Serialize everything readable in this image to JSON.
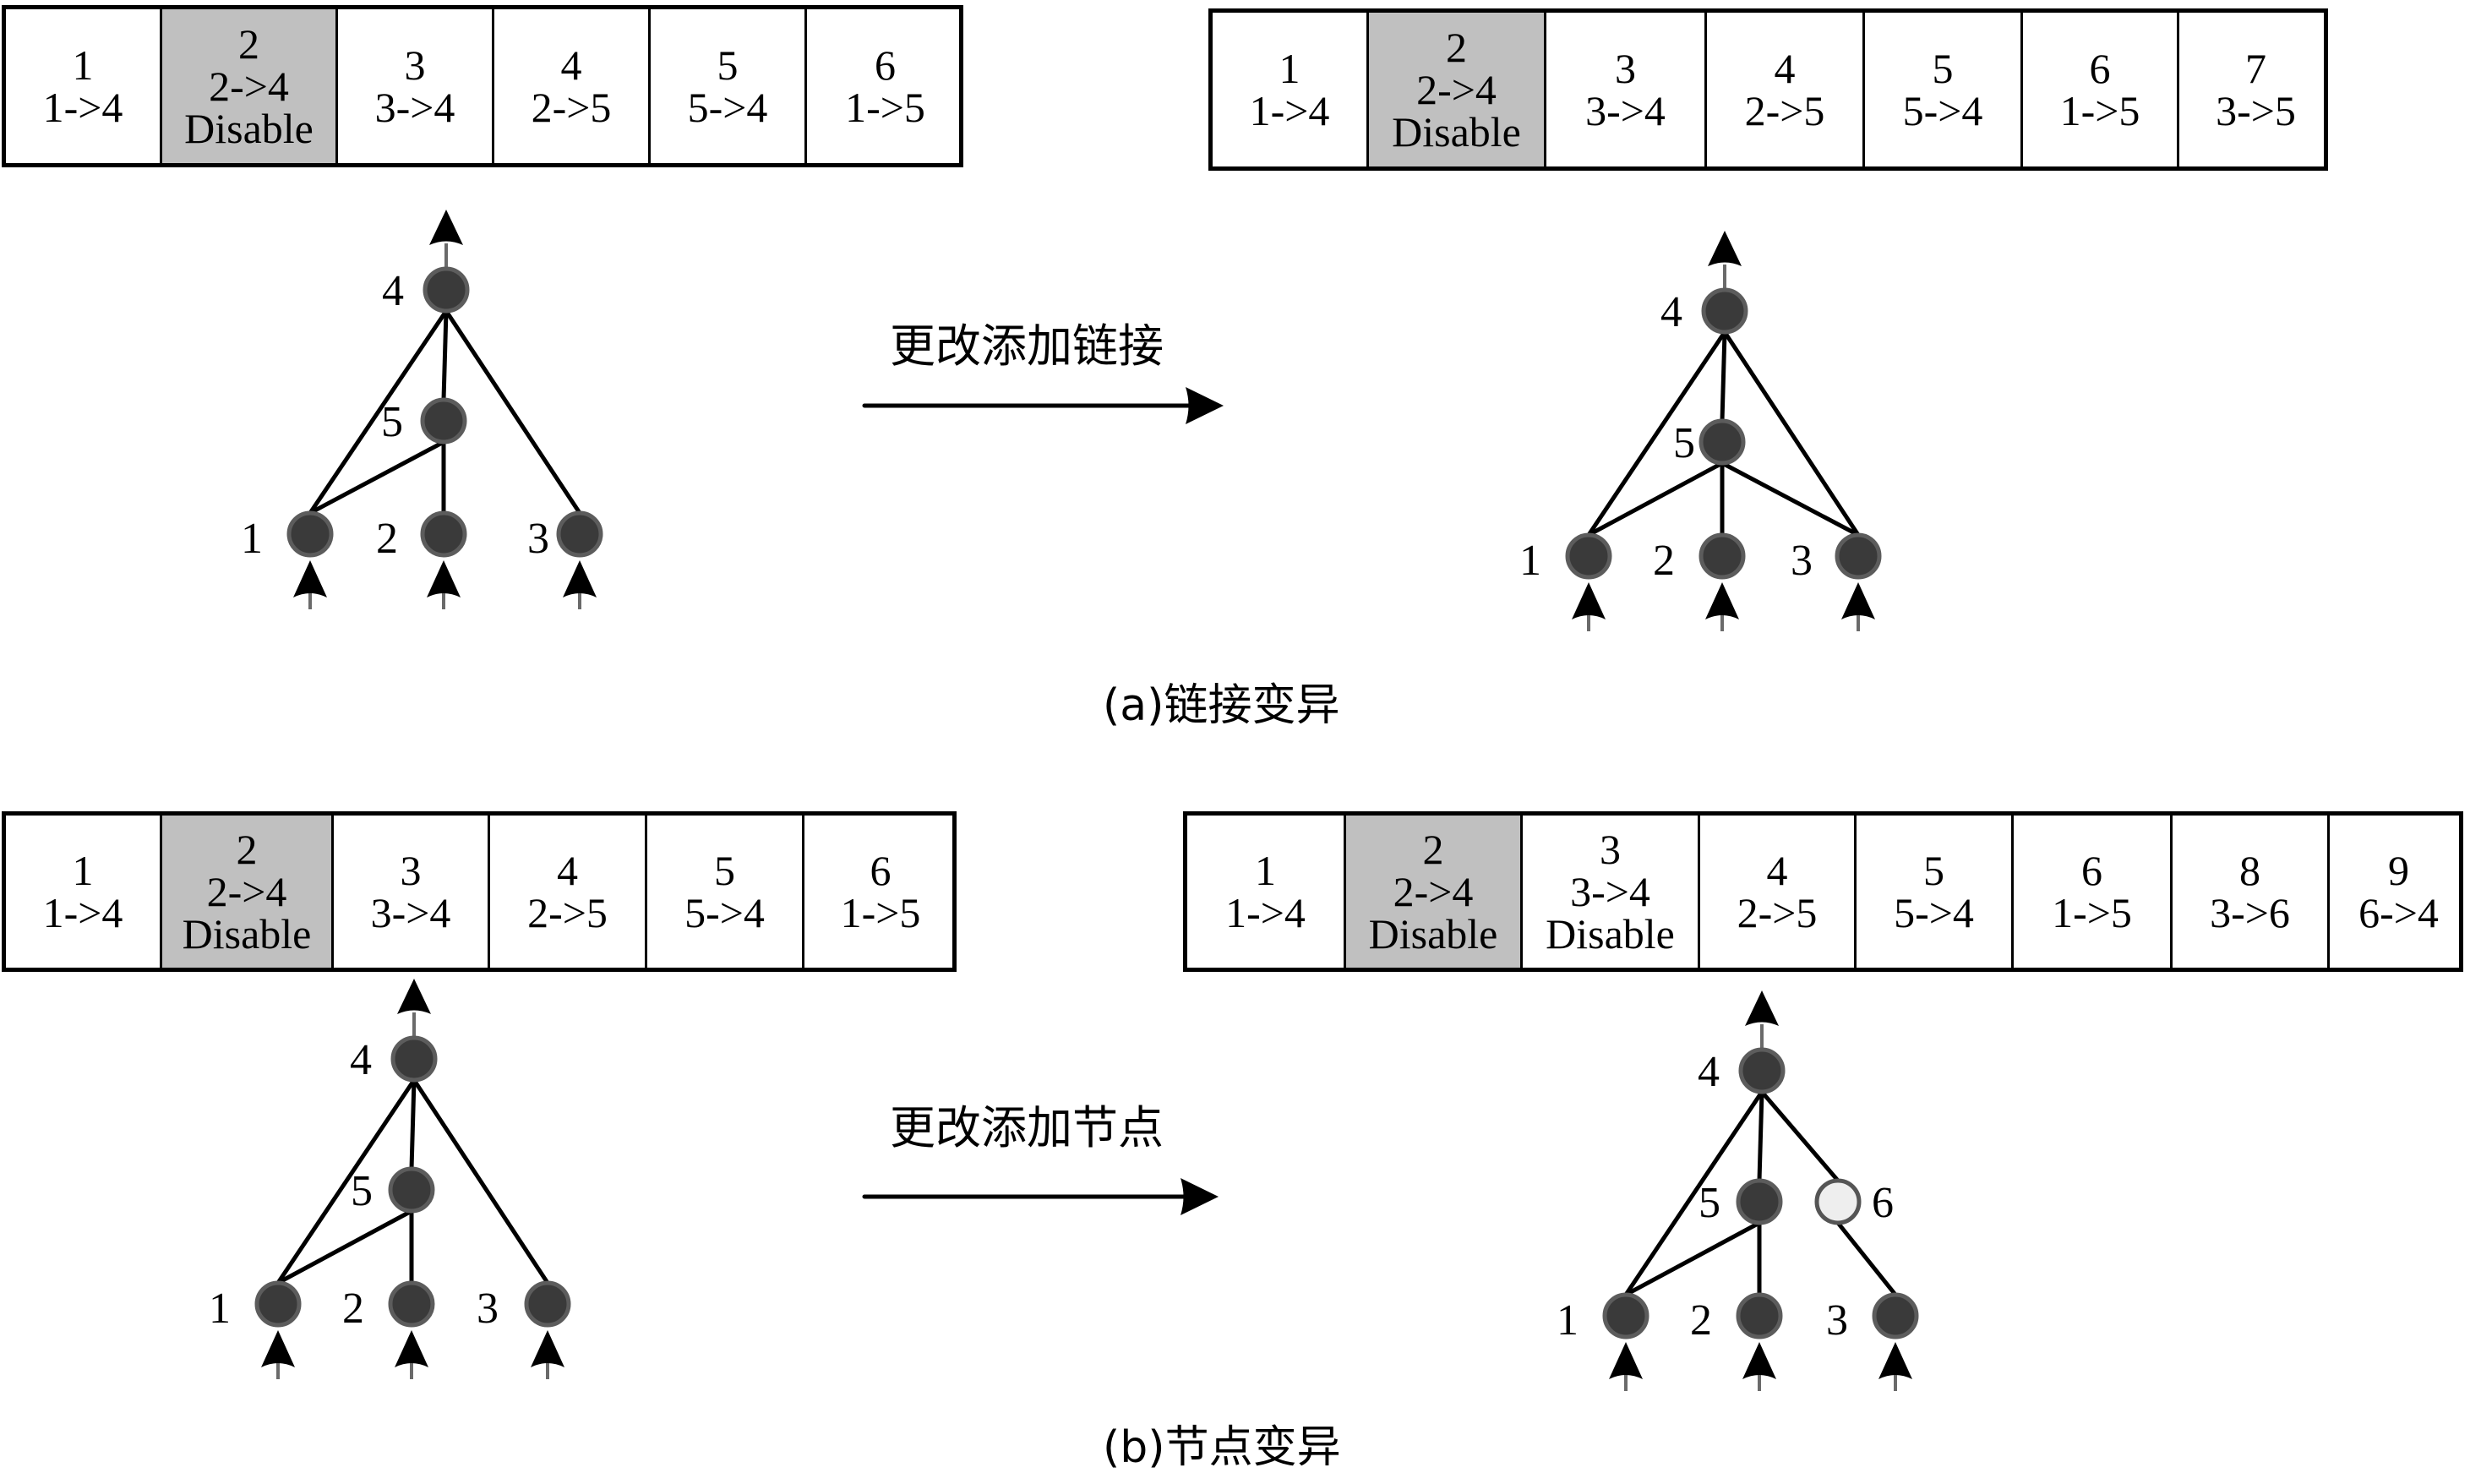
{
  "colors": {
    "disabled_gene": "#c0c0c0",
    "node_fill": "#3a3a3a",
    "node_stroke": "#5c5c5c",
    "new_node_fill": "#eeeeee",
    "new_node_stroke": "#555555",
    "edge": "#000000",
    "io_stem": "#6a6a6a"
  },
  "panel_a": {
    "caption": "(a)链接变异",
    "transition_label": "更改添加链接",
    "before": {
      "genome": [
        {
          "innov": "1",
          "conn": "1->4",
          "status": "",
          "disabled": false
        },
        {
          "innov": "2",
          "conn": "2->4",
          "status": "Disable",
          "disabled": true
        },
        {
          "innov": "3",
          "conn": "3->4",
          "status": "",
          "disabled": false
        },
        {
          "innov": "4",
          "conn": "2->5",
          "status": "",
          "disabled": false
        },
        {
          "innov": "5",
          "conn": "5->4",
          "status": "",
          "disabled": false
        },
        {
          "innov": "6",
          "conn": "1->5",
          "status": "",
          "disabled": false
        }
      ],
      "nodes": [
        {
          "id": "1",
          "type": "input"
        },
        {
          "id": "2",
          "type": "input"
        },
        {
          "id": "3",
          "type": "input"
        },
        {
          "id": "4",
          "type": "output"
        },
        {
          "id": "5",
          "type": "hidden"
        }
      ],
      "edges": [
        [
          "1",
          "4"
        ],
        [
          "3",
          "4"
        ],
        [
          "2",
          "5"
        ],
        [
          "5",
          "4"
        ],
        [
          "1",
          "5"
        ]
      ]
    },
    "after": {
      "genome": [
        {
          "innov": "1",
          "conn": "1->4",
          "status": "",
          "disabled": false
        },
        {
          "innov": "2",
          "conn": "2->4",
          "status": "Disable",
          "disabled": true
        },
        {
          "innov": "3",
          "conn": "3->4",
          "status": "",
          "disabled": false
        },
        {
          "innov": "4",
          "conn": "2->5",
          "status": "",
          "disabled": false
        },
        {
          "innov": "5",
          "conn": "5->4",
          "status": "",
          "disabled": false
        },
        {
          "innov": "6",
          "conn": "1->5",
          "status": "",
          "disabled": false
        },
        {
          "innov": "7",
          "conn": "3->5",
          "status": "",
          "disabled": false
        }
      ],
      "nodes": [
        {
          "id": "1",
          "type": "input"
        },
        {
          "id": "2",
          "type": "input"
        },
        {
          "id": "3",
          "type": "input"
        },
        {
          "id": "4",
          "type": "output"
        },
        {
          "id": "5",
          "type": "hidden"
        }
      ],
      "edges": [
        [
          "1",
          "4"
        ],
        [
          "3",
          "4"
        ],
        [
          "2",
          "5"
        ],
        [
          "5",
          "4"
        ],
        [
          "1",
          "5"
        ],
        [
          "3",
          "5"
        ]
      ]
    }
  },
  "panel_b": {
    "caption": "(b)节点变异",
    "transition_label": "更改添加节点",
    "before": {
      "genome": [
        {
          "innov": "1",
          "conn": "1->4",
          "status": "",
          "disabled": false
        },
        {
          "innov": "2",
          "conn": "2->4",
          "status": "Disable",
          "disabled": true
        },
        {
          "innov": "3",
          "conn": "3->4",
          "status": "",
          "disabled": false
        },
        {
          "innov": "4",
          "conn": "2->5",
          "status": "",
          "disabled": false
        },
        {
          "innov": "5",
          "conn": "5->4",
          "status": "",
          "disabled": false
        },
        {
          "innov": "6",
          "conn": "1->5",
          "status": "",
          "disabled": false
        }
      ],
      "nodes": [
        {
          "id": "1",
          "type": "input"
        },
        {
          "id": "2",
          "type": "input"
        },
        {
          "id": "3",
          "type": "input"
        },
        {
          "id": "4",
          "type": "output"
        },
        {
          "id": "5",
          "type": "hidden"
        }
      ],
      "edges": [
        [
          "1",
          "4"
        ],
        [
          "3",
          "4"
        ],
        [
          "2",
          "5"
        ],
        [
          "5",
          "4"
        ],
        [
          "1",
          "5"
        ]
      ]
    },
    "after": {
      "genome": [
        {
          "innov": "1",
          "conn": "1->4",
          "status": "",
          "disabled": false
        },
        {
          "innov": "2",
          "conn": "2->4",
          "status": "Disable",
          "disabled": true
        },
        {
          "innov": "3",
          "conn": "3->4",
          "status": "Disable",
          "disabled": false
        },
        {
          "innov": "4",
          "conn": "2->5",
          "status": "",
          "disabled": false
        },
        {
          "innov": "5",
          "conn": "5->4",
          "status": "",
          "disabled": false
        },
        {
          "innov": "6",
          "conn": "1->5",
          "status": "",
          "disabled": false
        },
        {
          "innov": "8",
          "conn": "3->6",
          "status": "",
          "disabled": false
        },
        {
          "innov": "9",
          "conn": "6->4",
          "status": "",
          "disabled": false
        }
      ],
      "nodes": [
        {
          "id": "1",
          "type": "input"
        },
        {
          "id": "2",
          "type": "input"
        },
        {
          "id": "3",
          "type": "input"
        },
        {
          "id": "4",
          "type": "output"
        },
        {
          "id": "5",
          "type": "hidden"
        },
        {
          "id": "6",
          "type": "new-hidden"
        }
      ],
      "edges": [
        [
          "1",
          "4"
        ],
        [
          "2",
          "5"
        ],
        [
          "5",
          "4"
        ],
        [
          "1",
          "5"
        ],
        [
          "3",
          "6"
        ],
        [
          "6",
          "4"
        ]
      ]
    }
  }
}
